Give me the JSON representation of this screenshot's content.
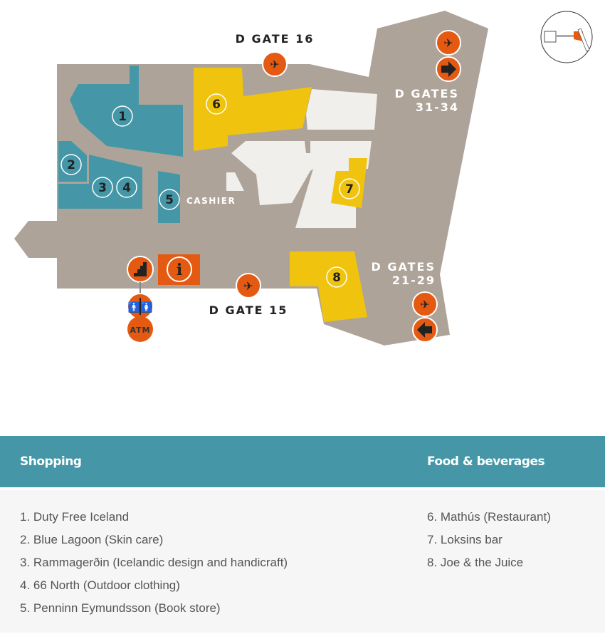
{
  "map": {
    "labels": {
      "gate16": "D GATE 16",
      "gate15": "D GATE 15",
      "gates31_l1": "D GATES",
      "gates31_l2": "31-34",
      "gates21_l1": "D GATES",
      "gates21_l2": "21-29",
      "cashier": "CASHIER",
      "atm": "ATM"
    },
    "numbers": [
      "1",
      "2",
      "3",
      "4",
      "5",
      "6",
      "7",
      "8"
    ],
    "icons": [
      "departure-icon",
      "arrow-right-icon",
      "arrow-left-icon",
      "stairs-icon",
      "info-icon",
      "restroom-icon",
      "atm-icon",
      "locator-minimap-icon"
    ],
    "colors": {
      "floor": "#ada399",
      "shop": "#4597a8",
      "food": "#f0c40e",
      "open": "#f0efeb",
      "icon": "#e55a12"
    }
  },
  "legend": {
    "shopping_title": "Shopping",
    "food_title": "Food & beverages",
    "shopping": [
      "1. Duty Free Iceland",
      "2. Blue Lagoon (Skin care)",
      "3. Rammagerðin (Icelandic design and handicraft)",
      "4. 66 North (Outdoor clothing)",
      "5. Penninn Eymundsson (Book store)"
    ],
    "food": [
      "6. Mathús (Restaurant)",
      "7. Loksins bar",
      "8. Joe & the Juice"
    ]
  }
}
